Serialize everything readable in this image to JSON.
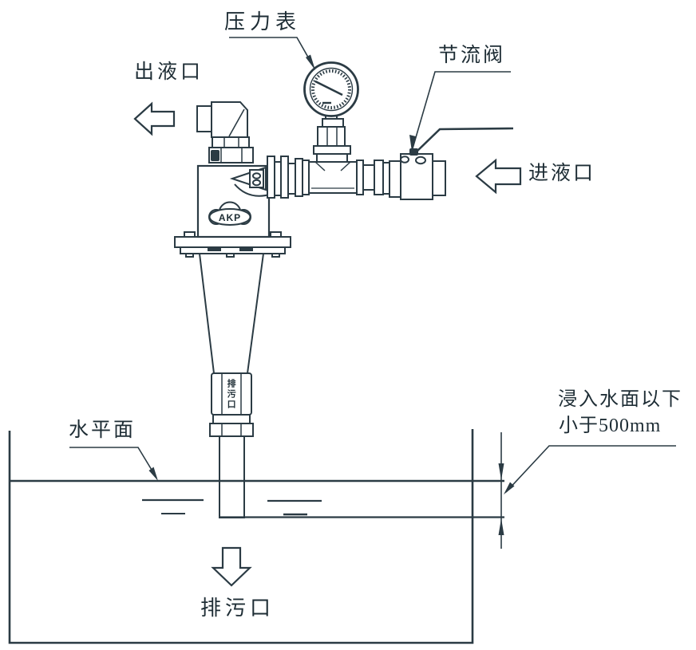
{
  "diagram": {
    "labels": {
      "pressure_gauge": "压力表",
      "throttle_valve": "节流阀",
      "liquid_outlet": "出液口",
      "liquid_inlet": "进液口",
      "water_surface": "水平面",
      "immersion_note_line1": "浸入水面以下",
      "immersion_note_line2": "小于500mm",
      "drain_outlet": "排污口",
      "drain_port_vertical": "排污口",
      "brand_logo": "AKP"
    },
    "icons": {
      "outlet_arrow": "hollow-arrow-left",
      "inlet_arrow": "hollow-arrow-left",
      "drain_arrow": "hollow-arrow-down",
      "leader_arrows": "filled-leader-arrowhead",
      "dimension_arrows": "dimension-arrow-pair"
    },
    "colors": {
      "line": "#2b3b44",
      "text": "#1e2d35",
      "background": "#ffffff"
    }
  }
}
